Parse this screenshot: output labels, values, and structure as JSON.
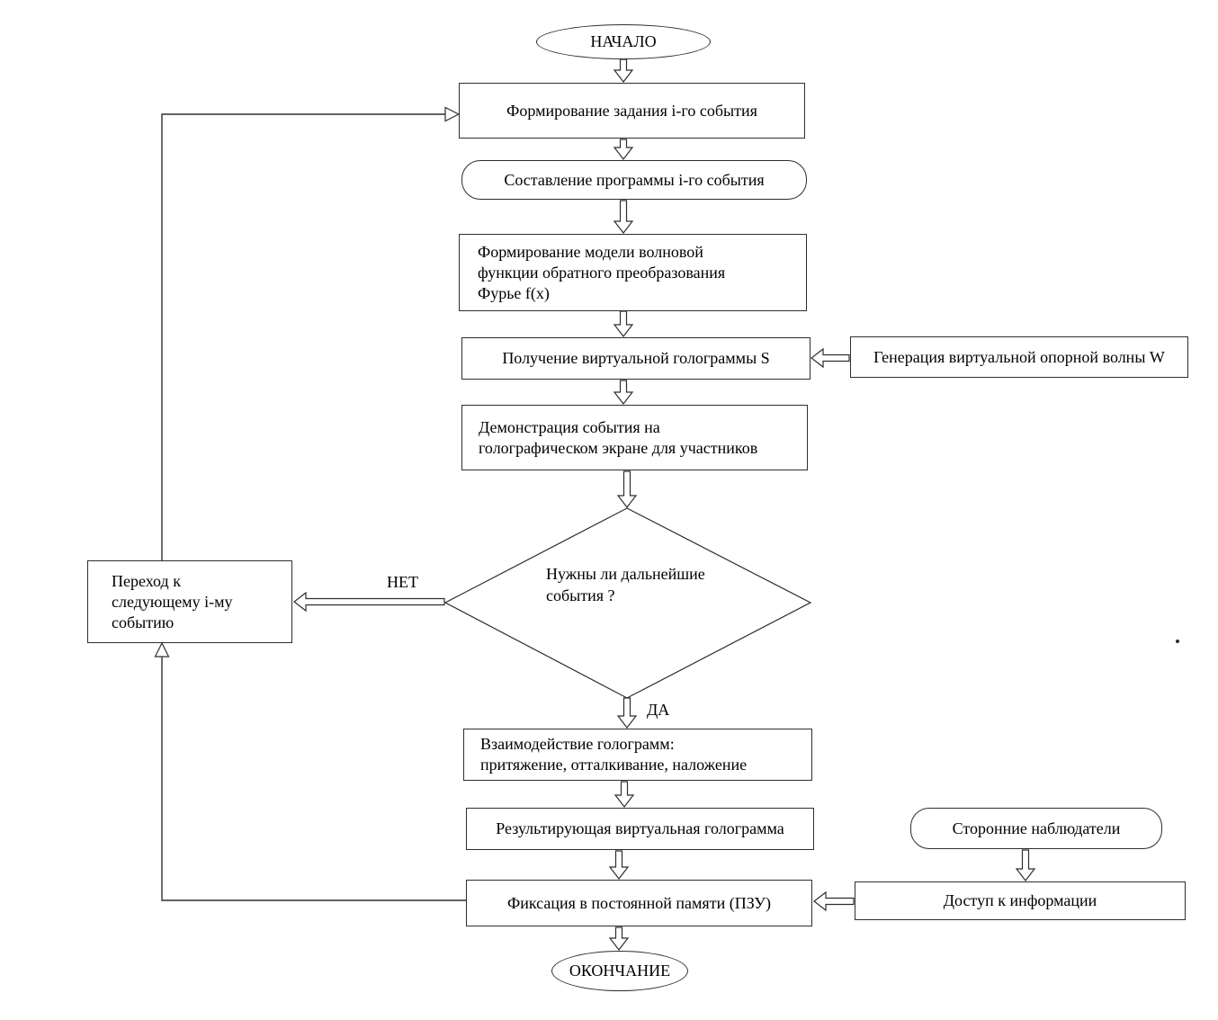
{
  "theme": {
    "line_color": "#2e2e2e",
    "bg_color": "#ffffff",
    "text_color": "#000000"
  },
  "flowchart": {
    "terminals": {
      "start": "НАЧАЛО",
      "end": "ОКОНЧАНИЕ"
    },
    "boxes": {
      "task": "Формирование задания i-го события",
      "program": "Составление программы i-го события",
      "model": [
        "Формирование модели волновой",
        "функции обратного преобразования",
        "Фурье f(x)"
      ],
      "hologram": "Получение виртуальной голограммы S",
      "reference_wave": "Генерация виртуальной опорной волны W",
      "demo": [
        "Демонстрация события на",
        "голографическом экране для участников"
      ],
      "next_event": [
        "Переход к",
        "следующему i-му",
        "событию"
      ],
      "interaction": [
        "Взаимодействие голограмм:",
        "притяжение, отталкивание, наложение"
      ],
      "result": "Результирующая виртуальная голограмма",
      "fixation": "Фиксация в постоянной памяти (ПЗУ)",
      "observers": "Сторонние наблюдатели",
      "access": "Доступ к информации"
    },
    "decision": {
      "lines": [
        "Нужны ли дальнейшие",
        "события ?"
      ]
    },
    "branch_labels": {
      "no": "НЕТ",
      "yes": "ДА"
    }
  }
}
